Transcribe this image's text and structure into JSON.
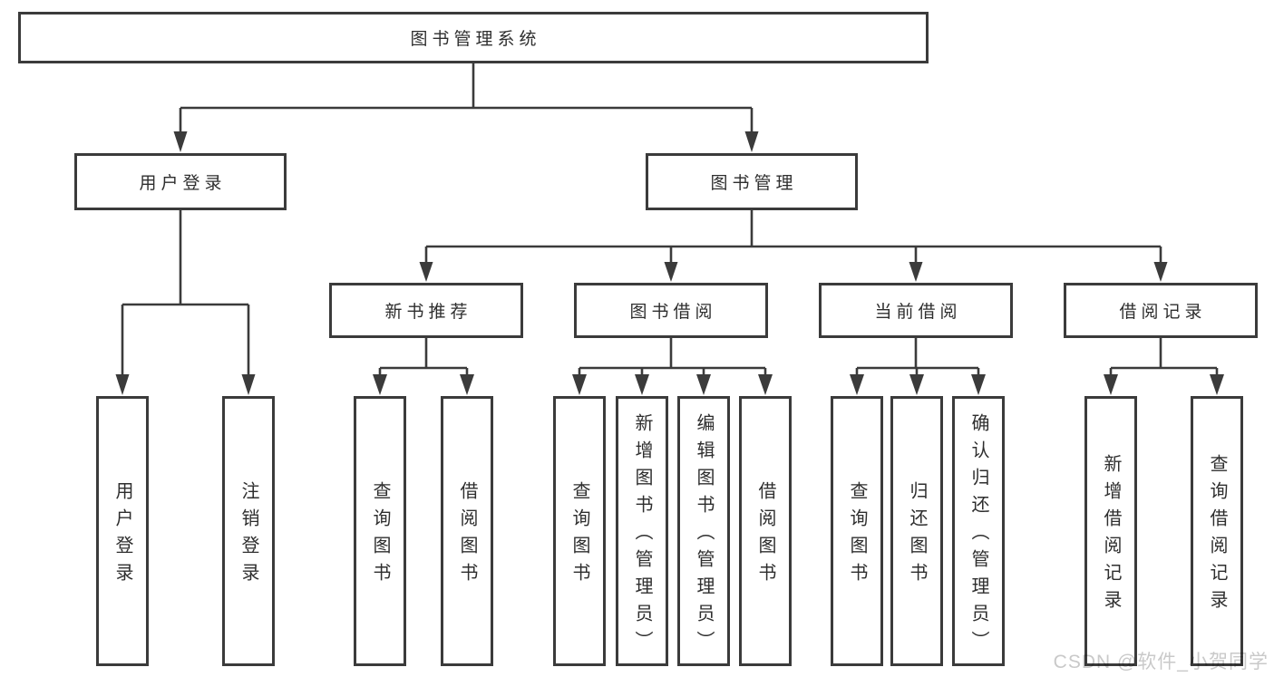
{
  "watermark": "CSDN @软件_小贺同学",
  "colors": {
    "line": "#3b3b3b",
    "box_border": "#3b3b3b",
    "box_fill": "#ffffff",
    "text": "#2e2e2e",
    "watermark": "#c9c9c9",
    "background": "#ffffff"
  },
  "tree": {
    "root": "图书管理系统",
    "children": [
      {
        "label": "用户登录",
        "children": [
          {
            "label": "用户登录"
          },
          {
            "label": "注销登录"
          }
        ]
      },
      {
        "label": "图书管理",
        "children": [
          {
            "label": "新书推荐",
            "children": [
              {
                "label": "查询图书"
              },
              {
                "label": "借阅图书"
              }
            ]
          },
          {
            "label": "图书借阅",
            "children": [
              {
                "label": "查询图书"
              },
              {
                "label": "新增图书（管理员）"
              },
              {
                "label": "编辑图书（管理员）"
              },
              {
                "label": "借阅图书"
              }
            ]
          },
          {
            "label": "当前借阅",
            "children": [
              {
                "label": "查询图书"
              },
              {
                "label": "归还图书"
              },
              {
                "label": "确认归还（管理员）"
              }
            ]
          },
          {
            "label": "借阅记录",
            "children": [
              {
                "label": "新增借阅记录"
              },
              {
                "label": "查询借阅记录"
              }
            ]
          }
        ]
      }
    ]
  }
}
